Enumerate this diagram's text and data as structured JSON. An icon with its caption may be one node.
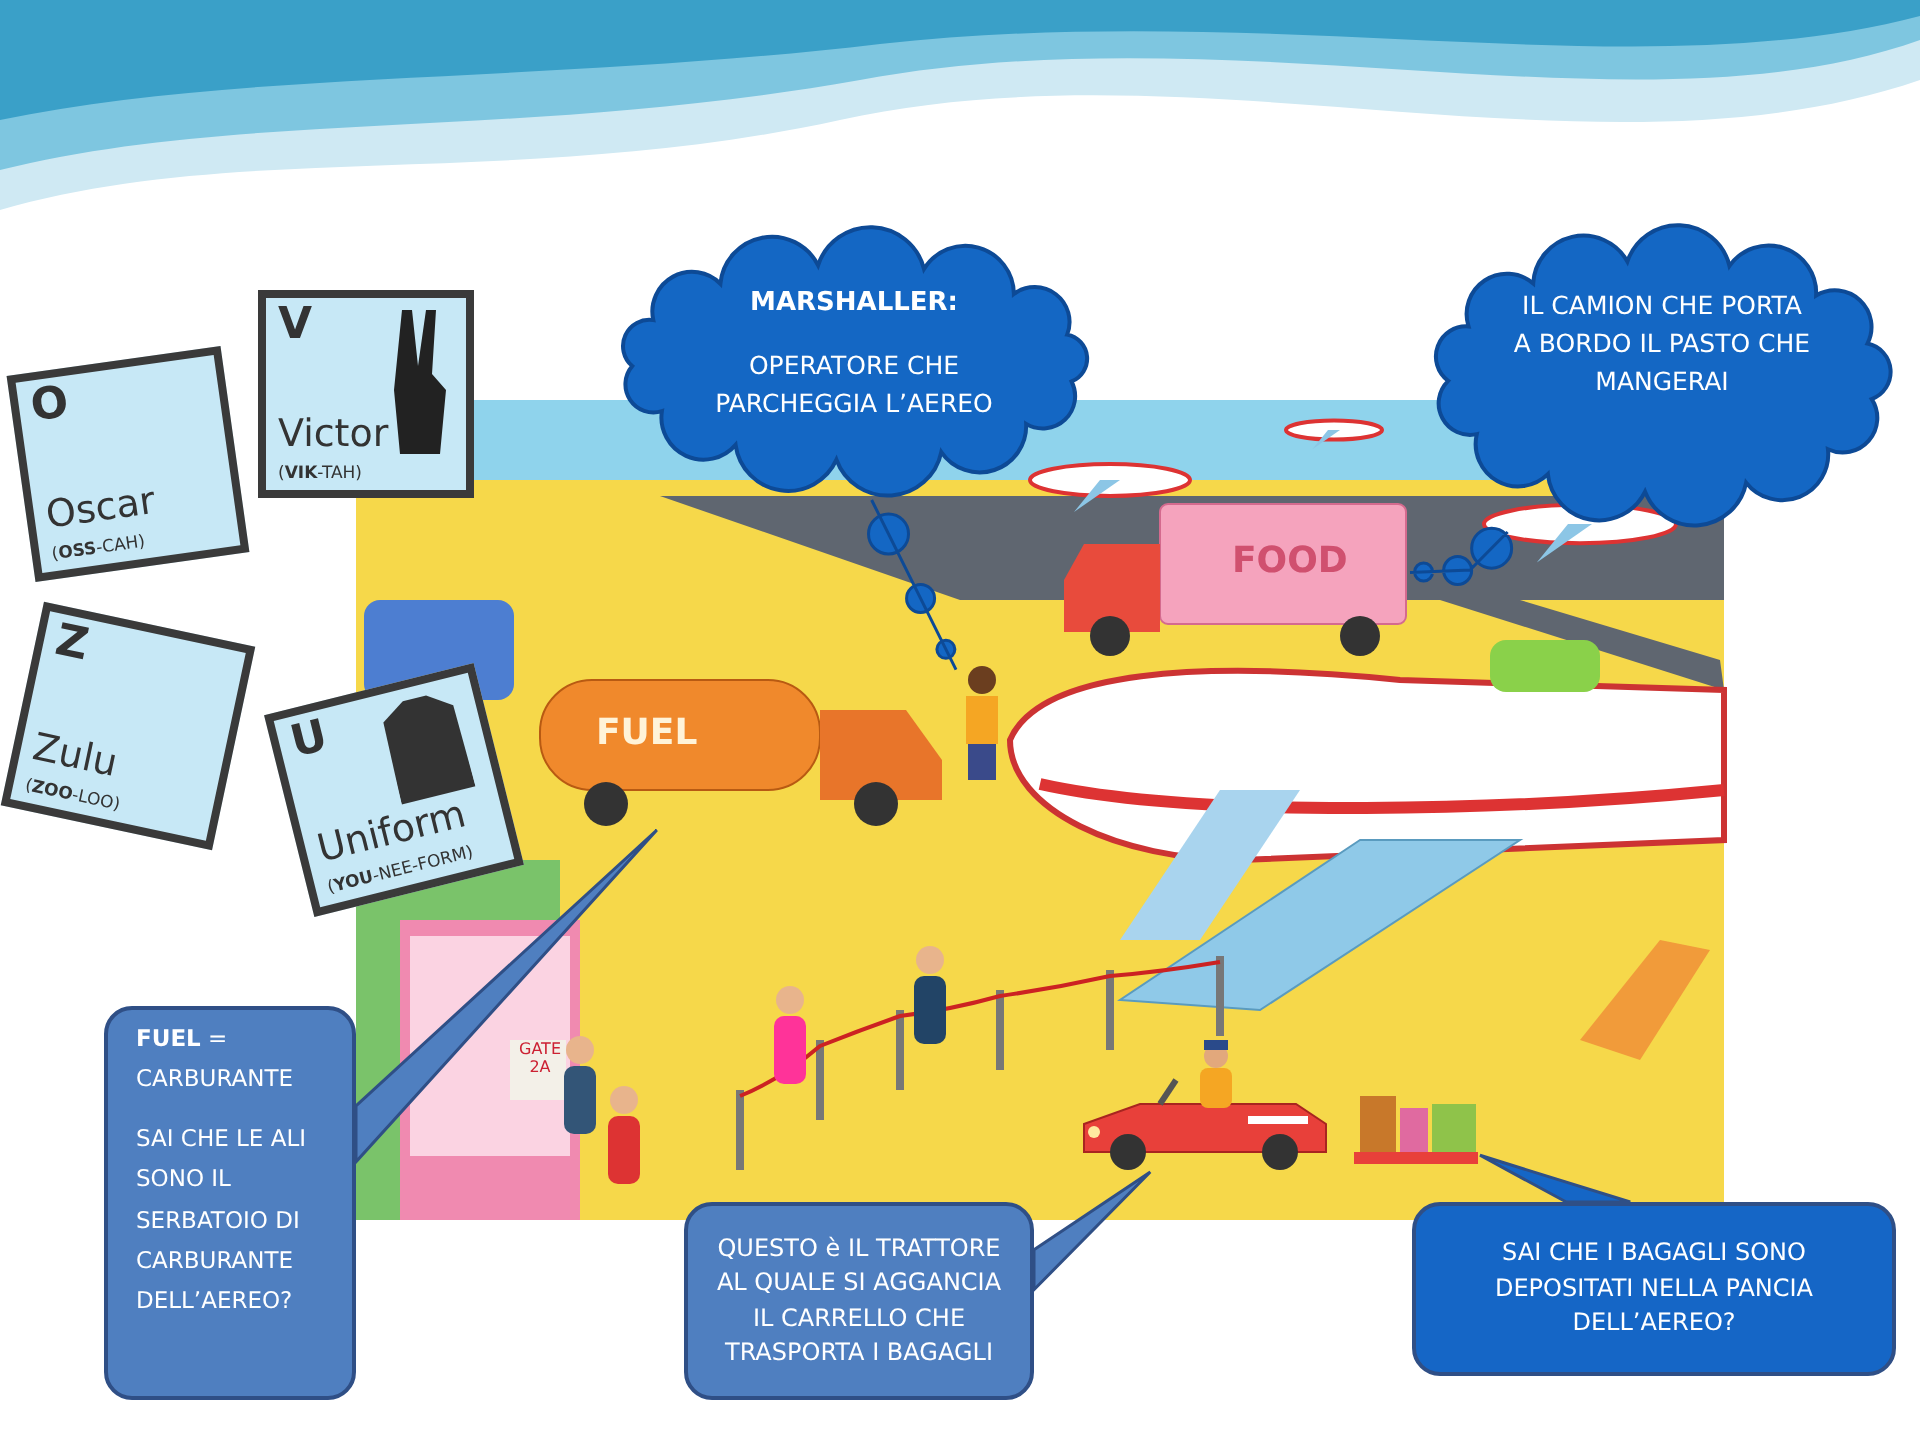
{
  "diagram": {
    "nodes": [
      {
        "text": [
          "MARSHALLER:",
          "OPERATORE CHE PARCHEGGIA L’AEREO"
        ]
      },
      {
        "text": [
          "IL CAMION CHE PORTA A BORDO IL PASTO CHE MANGERAI"
        ]
      },
      {
        "text": [
          "**FUEL** = CARBURANTE",
          "SAI CHE LE ALI SONO IL SERBATOIO DI CARBURANTE DELL’AEREO?"
        ]
      },
      {
        "text": [
          "QUESTO è IL TRATTORE AL QUALE SI AGGANCIA IL CARRELLO CHE TRASPORTA I BAGAGLI"
        ]
      },
      {
        "text": [
          "SAI CHE I BAGAGLI SONO DEPOSITATI NELLA PANCIA DELL’AEREO?"
        ]
      },
      {
        "text": [
          "V",
          "Victor",
          "(**VIK**-TAH)"
        ]
      },
      {
        "text": [
          "O",
          "Oscar",
          "(**OSS**-CAH)"
        ]
      },
      {
        "text": [
          "Z",
          "Zulu",
          "(**ZOO**-LOO)"
        ]
      },
      {
        "text": [
          "U",
          "Uniform",
          "(**YOU**-NEE-FORM)"
        ]
      },
      {
        "text": [],
        "shape": "person"
      },
      {
        "text": [
          "FOOD"
        ]
      },
      {
        "text": [
          "FUEL"
        ]
      },
      {
        "text": [],
        "shape": "picture"
      },
      {
        "text": [],
        "shape": "picture"
      }
    ],
    "edges": [
      {
        "from": 0,
        "to": 9,
        "arrow": "none"
      },
      {
        "from": 1,
        "to": 10,
        "arrow": "none"
      },
      {
        "from": 2,
        "to": 11,
        "arrow": "none"
      },
      {
        "from": 3,
        "to": 12,
        "arrow": "none"
      },
      {
        "from": 4,
        "to": 13,
        "arrow": "none"
      }
    ],
    "labels": [
      "GATE 2A"
    ]
  }
}
